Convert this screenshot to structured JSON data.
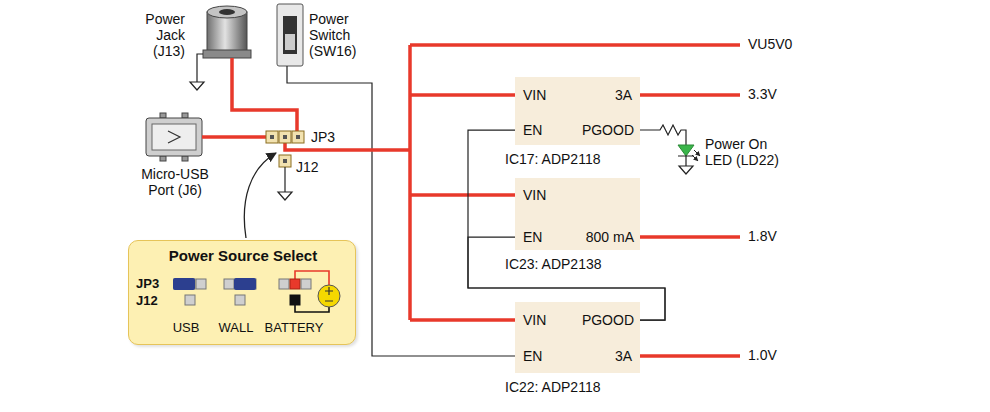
{
  "diagram": {
    "nodes": [
      {
        "text": [
          "VIN",
          "3A",
          "EN",
          "PGOOD",
          "IC17: ADP2118"
        ]
      },
      {
        "text": [
          "VIN",
          "EN",
          "800 mA",
          "IC23: ADP2138"
        ]
      },
      {
        "text": [
          "VIN",
          "PGOOD",
          "EN",
          "3A",
          "IC22: ADP2118"
        ]
      },
      {
        "text": [
          "Power Source Select",
          "JP3",
          "J12",
          "USB",
          "WALL",
          "BATTERY"
        ]
      }
    ],
    "edges": [
      {
        "from": 2,
        "to": 0,
        "arrow": "none"
      },
      {
        "from": 2,
        "to": 1,
        "arrow": "none"
      }
    ],
    "labels": [
      "Power Jack (J13)",
      "Power Switch (SW16)",
      "Micro-USB Port (J6)",
      "JP3",
      "J12",
      "VU5V0",
      "3.3V",
      "Power On LED (LD22)",
      "1.8V",
      "1.0V"
    ]
  }
}
